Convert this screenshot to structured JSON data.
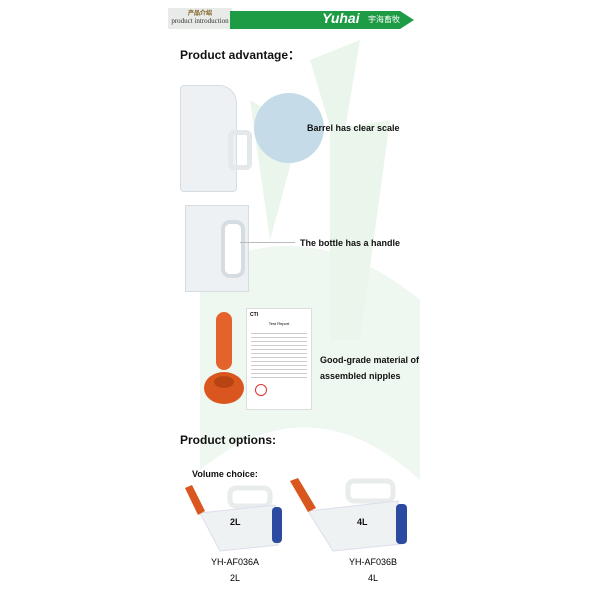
{
  "banner": {
    "cn_title": "产品介绍",
    "en_title": "product introduction",
    "brand": "Yuhai",
    "brand_cn": "宇海畜牧",
    "color": "#1e9b45"
  },
  "advantage": {
    "heading": "Product advantage：",
    "items": [
      {
        "label": "Barrel has clear scale"
      },
      {
        "label": "The bottle has a handle"
      },
      {
        "label_line1": "Good-grade material of",
        "label_line2": "assembled nipples"
      }
    ],
    "report": {
      "logo": "CTI",
      "title": "Test Report"
    }
  },
  "options": {
    "heading": "Product options:",
    "volume_label": "Volume choice:",
    "products": [
      {
        "model": "YH-AF036A",
        "volume": "2L",
        "tag": "2L"
      },
      {
        "model": "YH-AF036B",
        "volume": "4L",
        "tag": "4L"
      }
    ]
  }
}
